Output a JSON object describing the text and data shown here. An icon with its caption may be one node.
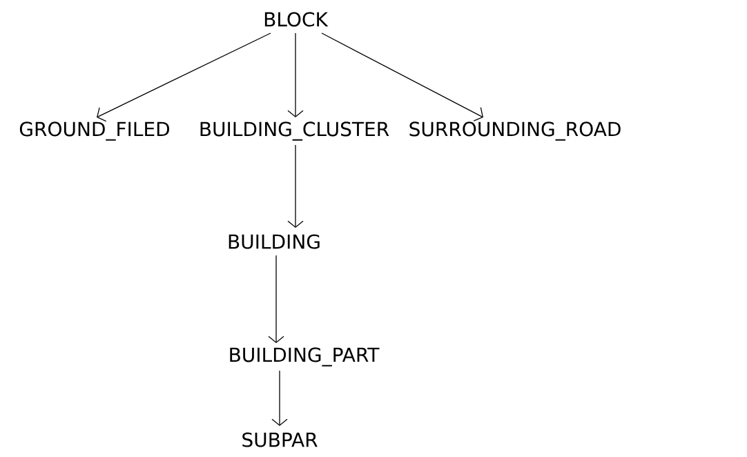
{
  "diagram": {
    "nodes": [
      {
        "text": [
          "BLOCK"
        ]
      },
      {
        "text": [
          "GROUND_FILED"
        ]
      },
      {
        "text": [
          "BUILDING_CLUSTER"
        ]
      },
      {
        "text": [
          "SURROUNDING_ROAD"
        ]
      },
      {
        "text": [
          "BUILDING"
        ]
      },
      {
        "text": [
          "BUILDING_PART"
        ]
      },
      {
        "text": [
          "SUBPAR"
        ]
      }
    ],
    "edges": [
      {
        "from": 0,
        "to": 1,
        "arrow": "to"
      },
      {
        "from": 0,
        "to": 2,
        "arrow": "to"
      },
      {
        "from": 0,
        "to": 3,
        "arrow": "to"
      },
      {
        "from": 2,
        "to": 4,
        "arrow": "to"
      },
      {
        "from": 4,
        "to": 5,
        "arrow": "to"
      },
      {
        "from": 5,
        "to": 6,
        "arrow": "to"
      }
    ]
  }
}
